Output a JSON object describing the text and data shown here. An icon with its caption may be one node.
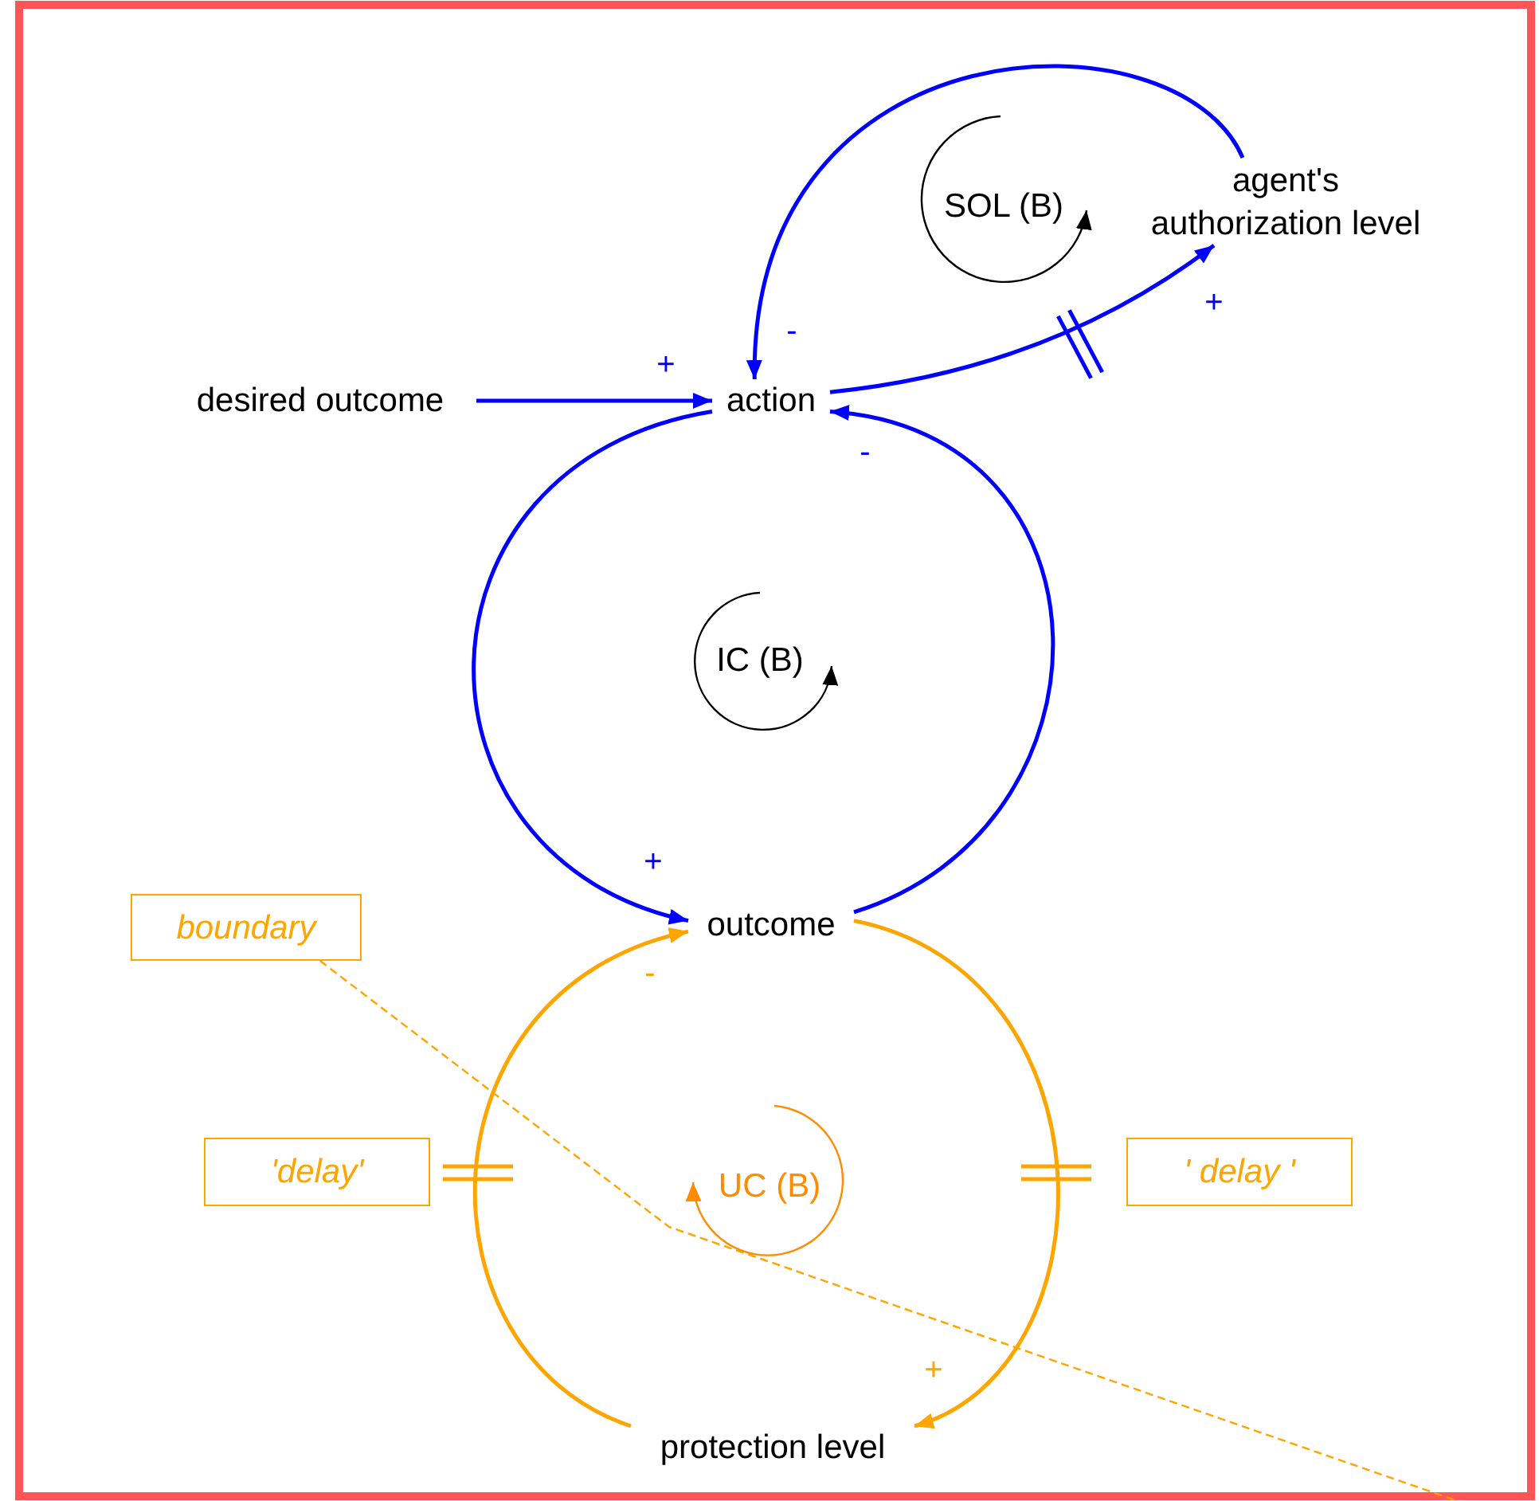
{
  "diagram": {
    "nodes": [
      {
        "text": [
          "desired outcome"
        ]
      },
      {
        "text": [
          "action"
        ]
      },
      {
        "text": [
          "agent's authorization level"
        ]
      },
      {
        "text": [
          "outcome"
        ]
      },
      {
        "text": [
          "protection level"
        ]
      },
      {
        "text": [
          "boundary"
        ]
      },
      {
        "text": [
          "'delay'"
        ]
      },
      {
        "text": [
          "' delay '"
        ]
      }
    ],
    "edges": [
      {
        "from": 0,
        "to": 1,
        "arrow": "to",
        "label": "+"
      },
      {
        "from": 1,
        "to": 2,
        "arrow": "to",
        "label": "+"
      },
      {
        "from": 2,
        "to": 1,
        "arrow": "to",
        "label": "-"
      },
      {
        "from": 3,
        "to": 1,
        "arrow": "to",
        "label": "-"
      },
      {
        "from": 1,
        "to": 3,
        "arrow": "to",
        "label": "+"
      },
      {
        "from": 3,
        "to": 4,
        "arrow": "to",
        "label": "+",
        "color": "#ffa500"
      },
      {
        "from": 4,
        "to": 3,
        "arrow": "to",
        "label": "-",
        "color": "#ffa500"
      },
      {
        "from": 5,
        "to": null,
        "arrow": "none",
        "style": "dashed",
        "color": "#ffa500"
      }
    ],
    "labels": [
      "SOL (B)",
      "IC (B)",
      "UC (B)"
    ]
  }
}
